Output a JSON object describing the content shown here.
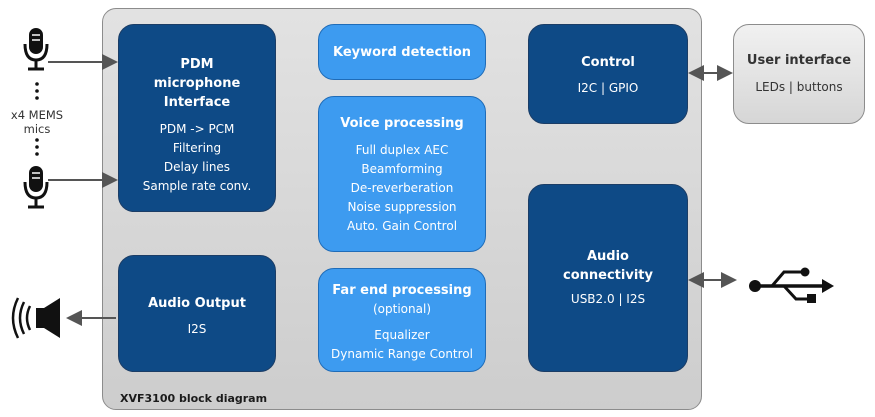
{
  "chip": {
    "label": "XVF3100 block diagram"
  },
  "blocks": {
    "pdm": {
      "title": "PDM microphone Interface",
      "lines": [
        "PDM -> PCM",
        "Filtering",
        "Delay lines",
        "Sample rate conv."
      ]
    },
    "keyword": {
      "title": "Keyword detection"
    },
    "voice": {
      "title": "Voice processing",
      "lines": [
        "Full duplex AEC",
        "Beamforming",
        "De-reverberation",
        "Noise suppression",
        "Auto. Gain Control"
      ]
    },
    "farend": {
      "title": "Far end processing",
      "subtitle": "(optional)",
      "lines": [
        "Equalizer",
        "Dynamic Range Control"
      ]
    },
    "control": {
      "title": "Control",
      "lines": [
        "I2C | GPIO"
      ]
    },
    "audio_out": {
      "title": "Audio Output",
      "lines": [
        "I2S"
      ]
    },
    "audio_conn": {
      "title": "Audio connectivity",
      "lines": [
        "USB2.0 | I2S"
      ]
    }
  },
  "user_interface": {
    "title": "User interface",
    "line": "LEDs | buttons"
  },
  "mics": {
    "note_1": "x4 MEMS",
    "note_2": "mics"
  },
  "icons": [
    "microphone-icon",
    "speaker-icon",
    "usb-icon"
  ],
  "colors": {
    "dark_block": "#0e4a86",
    "light_block": "#3d9bf0",
    "chip": "#d9d9d9"
  }
}
